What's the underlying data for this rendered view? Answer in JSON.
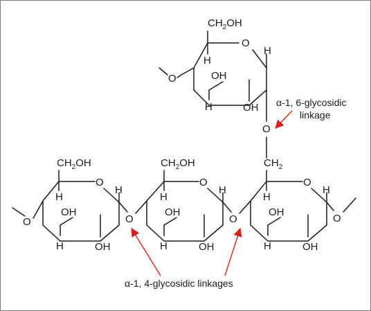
{
  "atoms": {
    "ch2oh": "CH",
    "ch2oh_sub": "2",
    "ch2oh_tail": "OH",
    "ch2": "CH",
    "ch2_sub": "2",
    "o": "O",
    "h": "H",
    "oh": "OH"
  },
  "annotations": {
    "alpha16_line1": "α-1, 6-glycosidic",
    "alpha16_line2": "linkage",
    "alpha14": "α-1, 4-glycosidic linkages"
  },
  "colors": {
    "arrow": "#d62020",
    "bond": "#1a1a1a",
    "frame": "#7a7a7a"
  }
}
